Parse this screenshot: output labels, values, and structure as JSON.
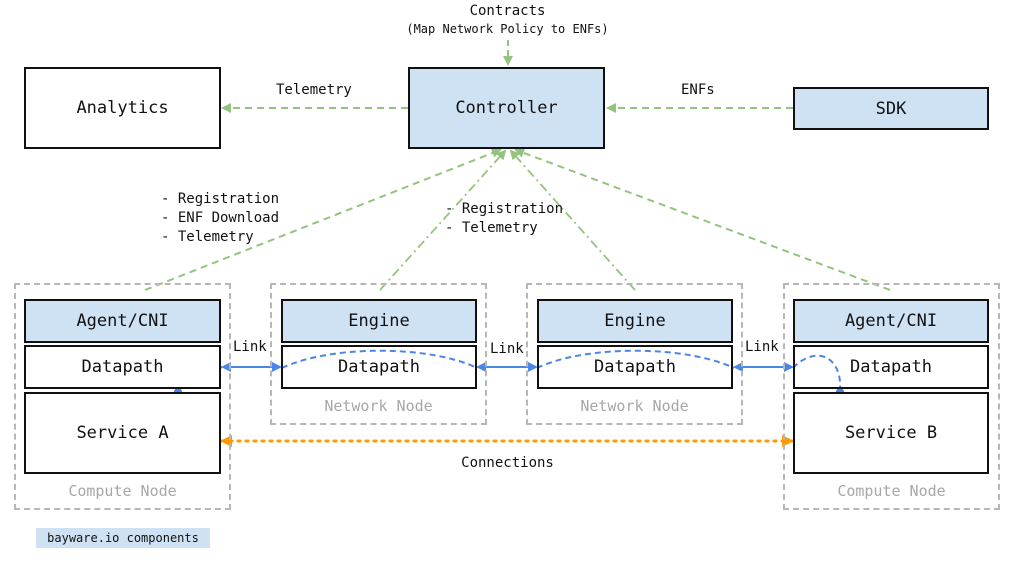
{
  "top": {
    "contracts_title": "Contracts",
    "contracts_sub": "(Map Network Policy to ENFs)"
  },
  "nodes": {
    "analytics": "Analytics",
    "controller": "Controller",
    "sdk": "SDK",
    "agent_left": "Agent/CNI",
    "agent_right": "Agent/CNI",
    "engine_1": "Engine",
    "engine_2": "Engine",
    "datapath_1": "Datapath",
    "datapath_2": "Datapath",
    "datapath_3": "Datapath",
    "datapath_4": "Datapath",
    "service_a": "Service A",
    "service_b": "Service B"
  },
  "groups": {
    "compute_left": "Compute Node",
    "network_1": "Network Node",
    "network_2": "Network Node",
    "compute_right": "Compute Node"
  },
  "edges": {
    "telemetry": "Telemetry",
    "enfs": "ENFs",
    "agent_reg_1": "- Registration",
    "agent_reg_2": "- ENF Download",
    "agent_reg_3": "- Telemetry",
    "engine_reg_1": "- Registration",
    "engine_reg_2": "- Telemetry",
    "link_1": "Link",
    "link_2": "Link",
    "link_3": "Link",
    "connections": "Connections"
  },
  "legend": "bayware.io components",
  "colors": {
    "bayware_component": "#cfe2f3",
    "control_lines": "#93c47d",
    "link_lines": "#4a86e8",
    "connections": "#ff9900",
    "group_border": "#b7b7b7"
  }
}
